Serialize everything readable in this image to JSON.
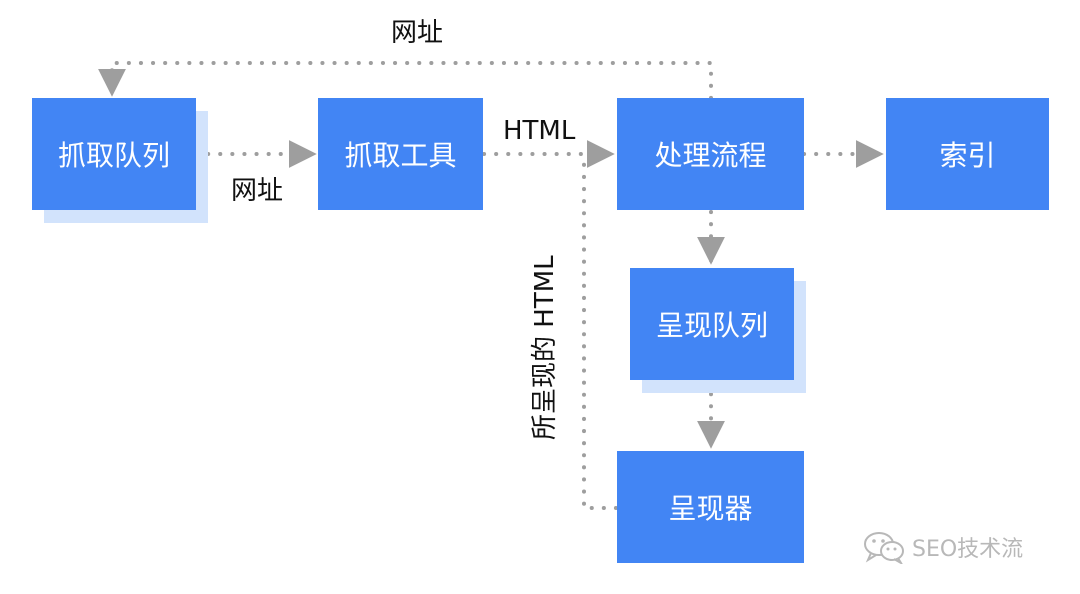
{
  "nodes": {
    "crawl_queue": "抓取队列",
    "crawler": "抓取工具",
    "processing": "处理流程",
    "index": "索引",
    "render_queue": "呈现队列",
    "renderer": "呈现器"
  },
  "edges": {
    "url_top": "网址",
    "url_middle": "网址",
    "html": "HTML",
    "rendered_html": "所呈现的 HTML"
  },
  "watermark": {
    "text": "SEO技术流",
    "icon": "wechat-icon"
  },
  "colors": {
    "node": "#4285f4",
    "stack_shadow": "#d2e3fc",
    "connector": "#9e9e9e",
    "watermark": "#b8b8b8"
  }
}
